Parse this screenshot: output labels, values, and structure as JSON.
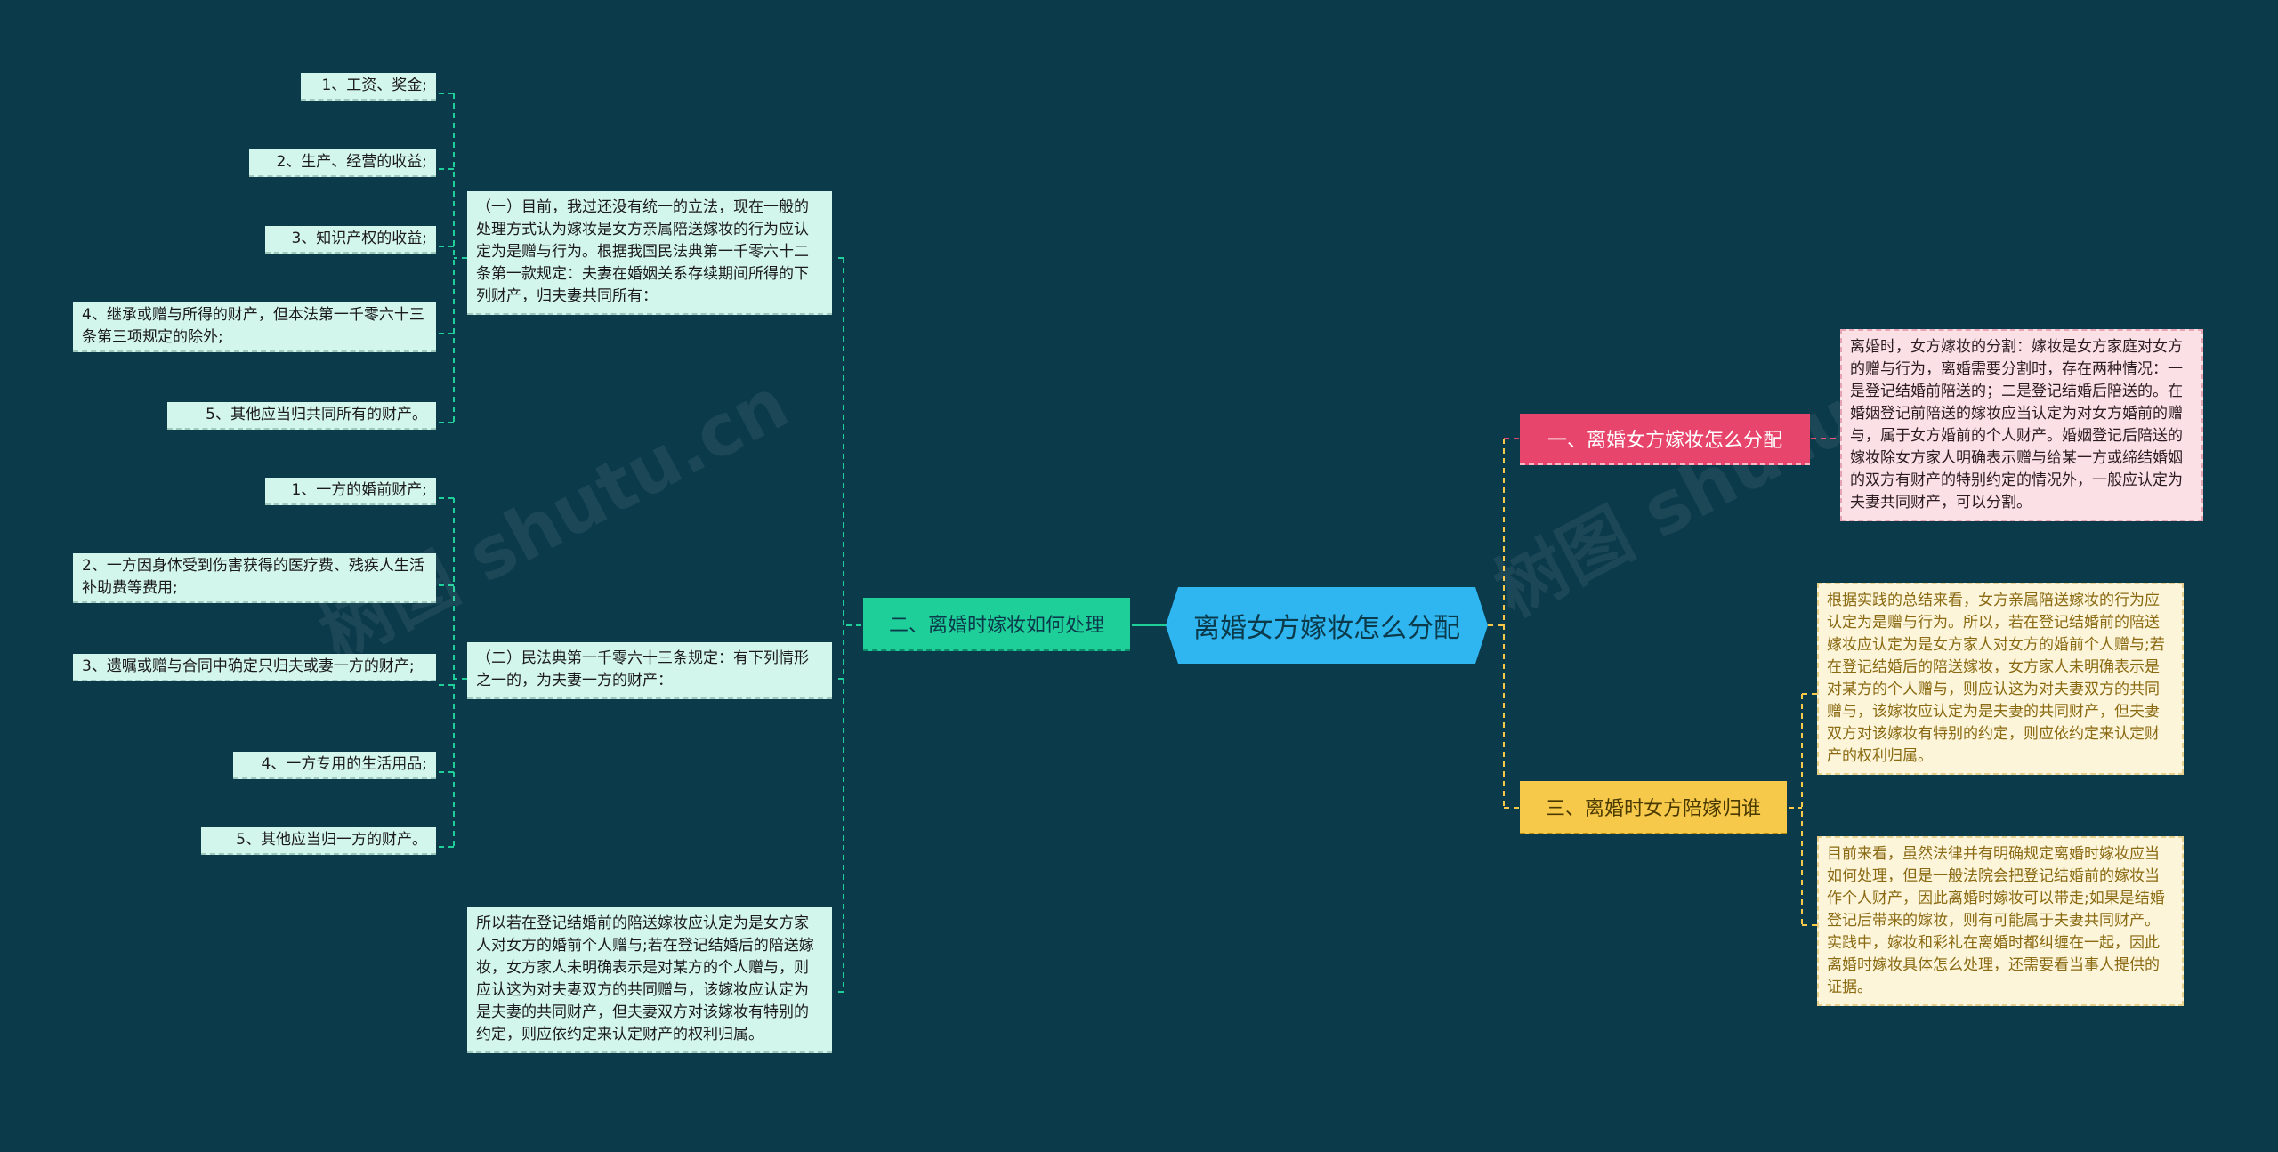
{
  "root": {
    "label": "离婚女方嫁妆怎么分配"
  },
  "branches": {
    "left": {
      "label": "二、离婚时嫁妆如何处理",
      "para1": "（一）目前，我过还没有统一的立法，现在一般的处理方式认为嫁妆是女方亲属陪送嫁妆的行为应认定为是赠与行为。根据我国民法典第一千零六十二条第一款规定：夫妻在婚姻关系存续期间所得的下列财产，归夫妻共同所有：",
      "para1_items": [
        "1、工资、奖金;",
        "2、生产、经营的收益;",
        "3、知识产权的收益;",
        "4、继承或赠与所得的财产，但本法第一千零六十三条第三项规定的除外;",
        "5、其他应当归共同所有的财产。"
      ],
      "para2": "（二）民法典第一千零六十三条规定：有下列情形之一的，为夫妻一方的财产：",
      "para2_items": [
        "1、一方的婚前财产;",
        "2、一方因身体受到伤害获得的医疗费、残疾人生活补助费等费用;",
        "3、遗嘱或赠与合同中确定只归夫或妻一方的财产;",
        "4、一方专用的生活用品;",
        "5、其他应当归一方的财产。"
      ],
      "para3": "所以若在登记结婚前的陪送嫁妆应认定为是女方家人对女方的婚前个人赠与;若在登记结婚后的陪送嫁妆，女方家人未明确表示是对某方的个人赠与，则应认这为对夫妻双方的共同赠与，该嫁妆应认定为是夫妻的共同财产，但夫妻双方对该嫁妆有特别的约定，则应依约定来认定财产的权利归属。"
    },
    "right1": {
      "label": "一、离婚女方嫁妆怎么分配",
      "para": "离婚时，女方嫁妆的分割：嫁妆是女方家庭对女方的赠与行为，离婚需要分割时，存在两种情况：一是登记结婚前陪送的；二是登记结婚后陪送的。在婚姻登记前陪送的嫁妆应当认定为对女方婚前的赠与，属于女方婚前的个人财产。婚姻登记后陪送的嫁妆除女方家人明确表示赠与给某一方或缔结婚姻的双方有财产的特别约定的情况外，一般应认定为夫妻共同财产，可以分割。"
    },
    "right2": {
      "label": "三、离婚时女方陪嫁归谁",
      "para1": "根据实践的总结来看，女方亲属陪送嫁妆的行为应认定为是赠与行为。所以，若在登记结婚前的陪送嫁妆应认定为是女方家人对女方的婚前个人赠与;若在登记结婚后的陪送嫁妆，女方家人未明确表示是对某方的个人赠与，则应认这为对夫妻双方的共同赠与，该嫁妆应认定为是夫妻的共同财产，但夫妻双方对该嫁妆有特别的约定，则应依约定来认定财产的权利归属。",
      "para2": "目前来看，虽然法律并有明确规定离婚时嫁妆应当如何处理，但是一般法院会把登记结婚前的嫁妆当作个人财产，因此离婚时嫁妆可以带走;如果是结婚登记后带来的嫁妆，则有可能属于夫妻共同财产。实践中，嫁妆和彩礼在离婚时都纠缠在一起，因此离婚时嫁妆具体怎么处理，还需要看当事人提供的证据。"
    }
  },
  "colors": {
    "background": "#0b3a4b",
    "root": "#2fb5f0",
    "green": "#1fcf9a",
    "pink": "#e8456c",
    "yellow": "#f7c94b",
    "mint_leaf": "#d3f6ec"
  }
}
